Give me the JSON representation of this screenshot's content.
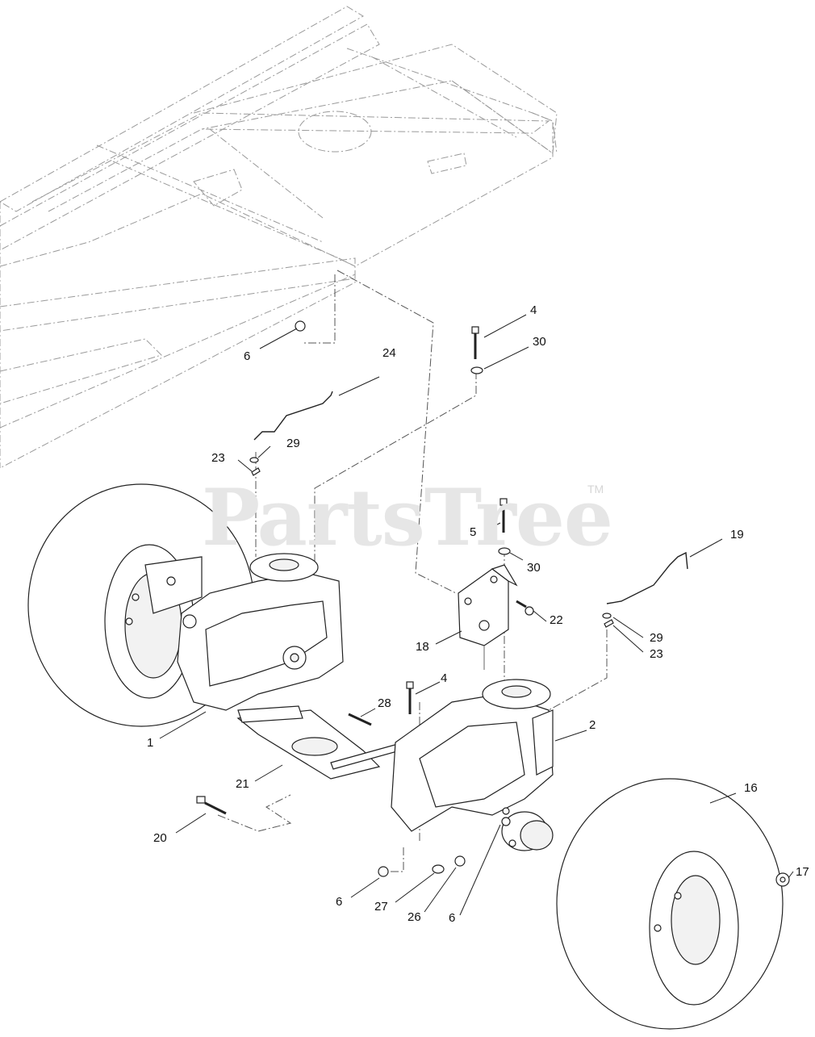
{
  "watermark": {
    "brand": "PartsTree",
    "tm": "TM"
  },
  "callouts": [
    {
      "id": "c4a",
      "label": "4"
    },
    {
      "id": "c30a",
      "label": "30"
    },
    {
      "id": "c6a",
      "label": "6"
    },
    {
      "id": "c24",
      "label": "24"
    },
    {
      "id": "c29a",
      "label": "29"
    },
    {
      "id": "c23a",
      "label": "23"
    },
    {
      "id": "c5",
      "label": "5"
    },
    {
      "id": "c30b",
      "label": "30"
    },
    {
      "id": "c19",
      "label": "19"
    },
    {
      "id": "c22",
      "label": "22"
    },
    {
      "id": "c29b",
      "label": "29"
    },
    {
      "id": "c23b",
      "label": "23"
    },
    {
      "id": "c18",
      "label": "18"
    },
    {
      "id": "c4b",
      "label": "4"
    },
    {
      "id": "c28",
      "label": "28"
    },
    {
      "id": "c2",
      "label": "2"
    },
    {
      "id": "c1",
      "label": "1"
    },
    {
      "id": "c21",
      "label": "21"
    },
    {
      "id": "c16",
      "label": "16"
    },
    {
      "id": "c20",
      "label": "20"
    },
    {
      "id": "c6b",
      "label": "6"
    },
    {
      "id": "c27",
      "label": "27"
    },
    {
      "id": "c26",
      "label": "26"
    },
    {
      "id": "c6c",
      "label": "6"
    },
    {
      "id": "c17",
      "label": "17"
    }
  ]
}
